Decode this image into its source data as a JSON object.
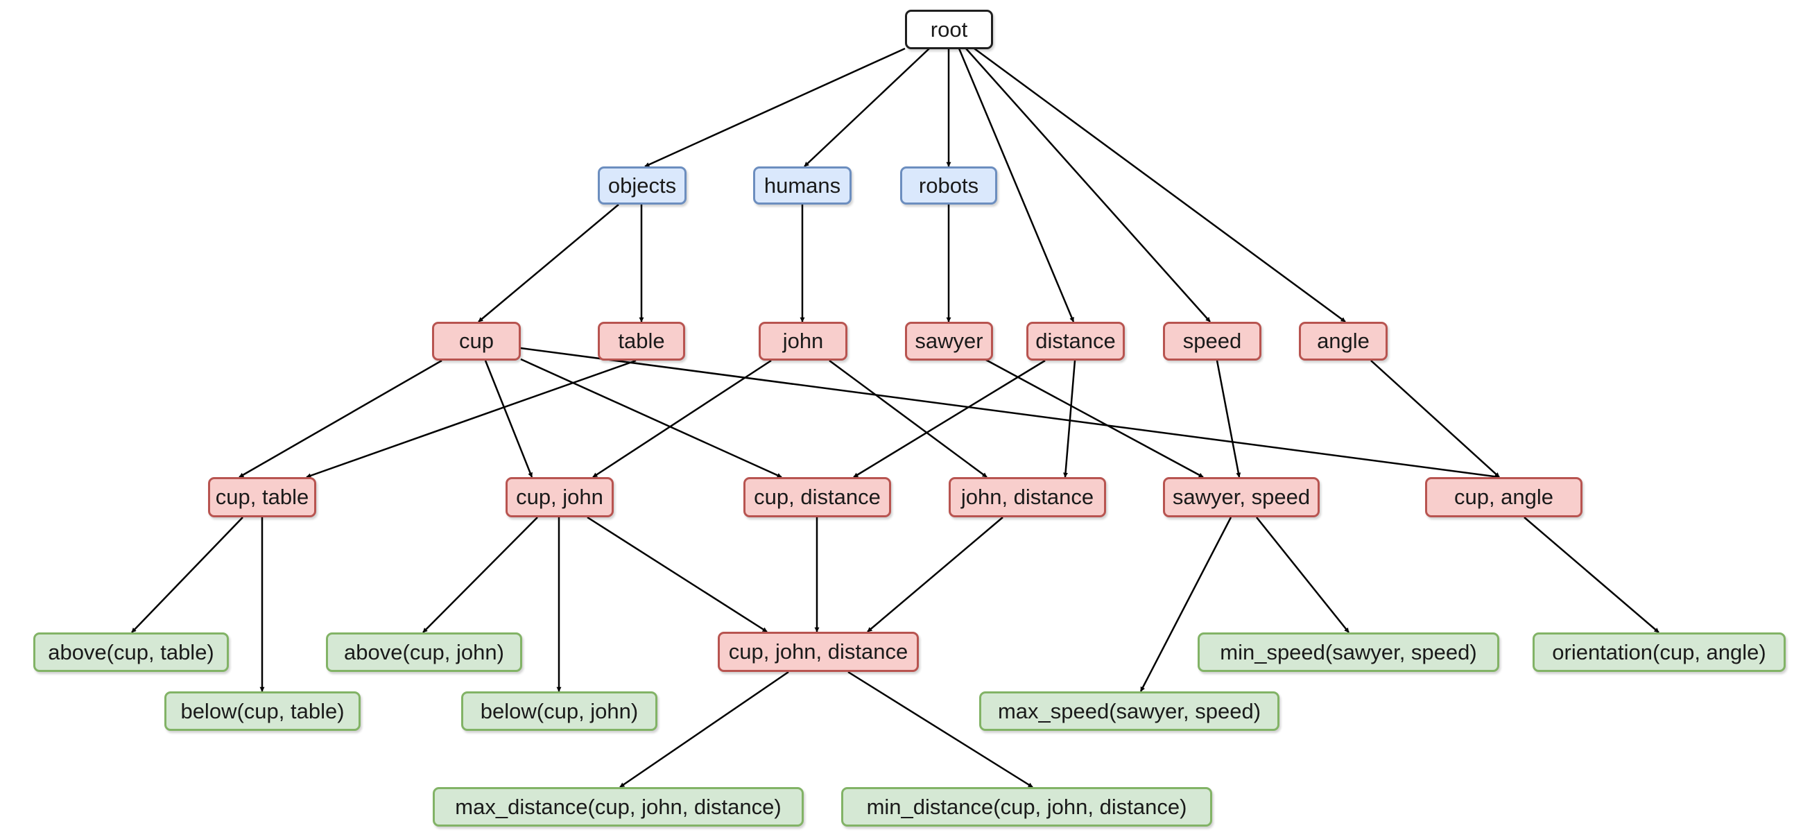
{
  "colors": {
    "root_fill": "#ffffff",
    "root_stroke": "#1f1f1f",
    "category_fill": "#dae8fc",
    "category_stroke": "#6c8ebf",
    "entity_fill": "#f8cecc",
    "entity_stroke": "#b85450",
    "relation_fill": "#d5e8d4",
    "relation_stroke": "#82b366",
    "edge": "#000000"
  },
  "nodes": [
    {
      "id": "root",
      "label": "root",
      "kind": "root"
    },
    {
      "id": "objects",
      "label": "objects",
      "kind": "category"
    },
    {
      "id": "humans",
      "label": "humans",
      "kind": "category"
    },
    {
      "id": "robots",
      "label": "robots",
      "kind": "category"
    },
    {
      "id": "cup",
      "label": "cup",
      "kind": "entity"
    },
    {
      "id": "table",
      "label": "table",
      "kind": "entity"
    },
    {
      "id": "john",
      "label": "john",
      "kind": "entity"
    },
    {
      "id": "sawyer",
      "label": "sawyer",
      "kind": "entity"
    },
    {
      "id": "distance",
      "label": "distance",
      "kind": "entity"
    },
    {
      "id": "speed",
      "label": "speed",
      "kind": "entity"
    },
    {
      "id": "angle",
      "label": "angle",
      "kind": "entity"
    },
    {
      "id": "cup_table",
      "label": "cup, table",
      "kind": "entity"
    },
    {
      "id": "cup_john",
      "label": "cup, john",
      "kind": "entity"
    },
    {
      "id": "cup_distance",
      "label": "cup, distance",
      "kind": "entity"
    },
    {
      "id": "john_distance",
      "label": "john, distance",
      "kind": "entity"
    },
    {
      "id": "sawyer_speed",
      "label": "sawyer, speed",
      "kind": "entity"
    },
    {
      "id": "cup_angle",
      "label": "cup, angle",
      "kind": "entity"
    },
    {
      "id": "cup_john_distance",
      "label": "cup, john, distance",
      "kind": "entity"
    },
    {
      "id": "above_cup_table",
      "label": "above(cup, table)",
      "kind": "relation"
    },
    {
      "id": "below_cup_table",
      "label": "below(cup, table)",
      "kind": "relation"
    },
    {
      "id": "above_cup_john",
      "label": "above(cup, john)",
      "kind": "relation"
    },
    {
      "id": "below_cup_john",
      "label": "below(cup, john)",
      "kind": "relation"
    },
    {
      "id": "min_speed",
      "label": "min_speed(sawyer, speed)",
      "kind": "relation"
    },
    {
      "id": "max_speed",
      "label": "max_speed(sawyer, speed)",
      "kind": "relation"
    },
    {
      "id": "orientation",
      "label": "orientation(cup, angle)",
      "kind": "relation"
    },
    {
      "id": "max_distance",
      "label": "max_distance(cup, john, distance)",
      "kind": "relation"
    },
    {
      "id": "min_distance",
      "label": "min_distance(cup, john, distance)",
      "kind": "relation"
    }
  ],
  "edges": [
    [
      "root",
      "objects"
    ],
    [
      "root",
      "humans"
    ],
    [
      "root",
      "robots"
    ],
    [
      "root",
      "distance"
    ],
    [
      "root",
      "speed"
    ],
    [
      "root",
      "angle"
    ],
    [
      "objects",
      "cup"
    ],
    [
      "objects",
      "table"
    ],
    [
      "humans",
      "john"
    ],
    [
      "robots",
      "sawyer"
    ],
    [
      "cup",
      "cup_table"
    ],
    [
      "table",
      "cup_table"
    ],
    [
      "cup",
      "cup_john"
    ],
    [
      "john",
      "cup_john"
    ],
    [
      "cup",
      "cup_distance"
    ],
    [
      "distance",
      "cup_distance"
    ],
    [
      "john",
      "john_distance"
    ],
    [
      "distance",
      "john_distance"
    ],
    [
      "sawyer",
      "sawyer_speed"
    ],
    [
      "speed",
      "sawyer_speed"
    ],
    [
      "cup",
      "cup_angle"
    ],
    [
      "angle",
      "cup_angle"
    ],
    [
      "cup_table",
      "above_cup_table"
    ],
    [
      "cup_table",
      "below_cup_table"
    ],
    [
      "cup_john",
      "above_cup_john"
    ],
    [
      "cup_john",
      "below_cup_john"
    ],
    [
      "cup_john",
      "cup_john_distance"
    ],
    [
      "cup_distance",
      "cup_john_distance"
    ],
    [
      "john_distance",
      "cup_john_distance"
    ],
    [
      "sawyer_speed",
      "min_speed"
    ],
    [
      "sawyer_speed",
      "max_speed"
    ],
    [
      "cup_angle",
      "orientation"
    ],
    [
      "cup_john_distance",
      "max_distance"
    ],
    [
      "cup_john_distance",
      "min_distance"
    ]
  ]
}
